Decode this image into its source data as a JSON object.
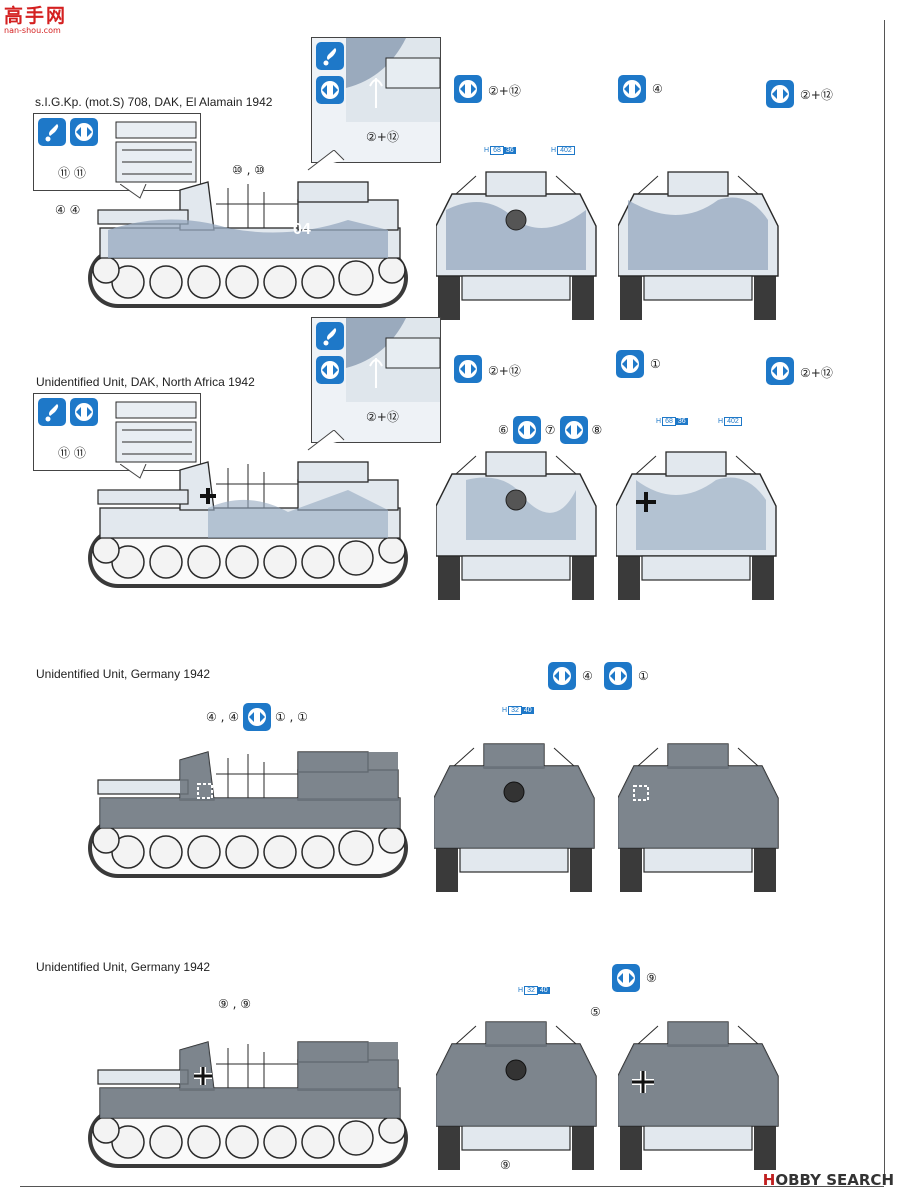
{
  "watermark": {
    "logo_text": "高手网",
    "logo_url": "nan-shou.com"
  },
  "footer": {
    "brand_red": "H",
    "brand_rest": "OBBY SEARCH"
  },
  "sections": [
    {
      "title": "s.I.G.Kp. (mot.S) 708, DAK, El Alamain 1942",
      "camo": "desert",
      "callouts": {
        "inset_small": "⑪  ⑪",
        "side_a": "④  ④",
        "side_b": "⑩ , ⑩",
        "inset_large": "②+⑫",
        "front": "②+⑫",
        "rear_a": "④",
        "rear_b": "②+⑫"
      },
      "hull_codes": [
        "H",
        "68",
        "36",
        "H",
        "402"
      ],
      "side_number": "04"
    },
    {
      "title": "Unidentified Unit, DAK, North Africa 1942",
      "camo": "desert",
      "callouts": {
        "inset_small": "⑪  ⑪",
        "inset_large": "②+⑫",
        "front": "②+⑫",
        "front_b6": "⑥",
        "front_b7": "⑦",
        "front_b8": "⑧",
        "rear_a": "①",
        "rear_b": "②+⑫"
      },
      "hull_codes": [
        "H",
        "68",
        "36",
        "H",
        "402"
      ]
    },
    {
      "title": "Unidentified Unit, Germany 1942",
      "camo": "grey",
      "callouts": {
        "side_a": "④ , ④",
        "side_b": "① , ①",
        "rear_a": "④",
        "rear_b": "①"
      },
      "hull_codes": [
        "H",
        "32",
        "40"
      ]
    },
    {
      "title": "Unidentified Unit, Germany 1942",
      "camo": "grey",
      "callouts": {
        "side_a": "⑨ , ⑨",
        "front_a": "⑤",
        "front_b": "⑨",
        "rear_a": "⑨"
      },
      "hull_codes": [
        "H",
        "32",
        "40"
      ]
    }
  ],
  "colors": {
    "accent_blue": "#1e78c8",
    "desert_base": "#d9e2ea",
    "desert_camo": "#8fa2b8",
    "grey_base": "#6b737b",
    "outline": "#2a2a2a"
  },
  "icons": [
    "paint-drop-icon",
    "decal-arrows-icon"
  ]
}
